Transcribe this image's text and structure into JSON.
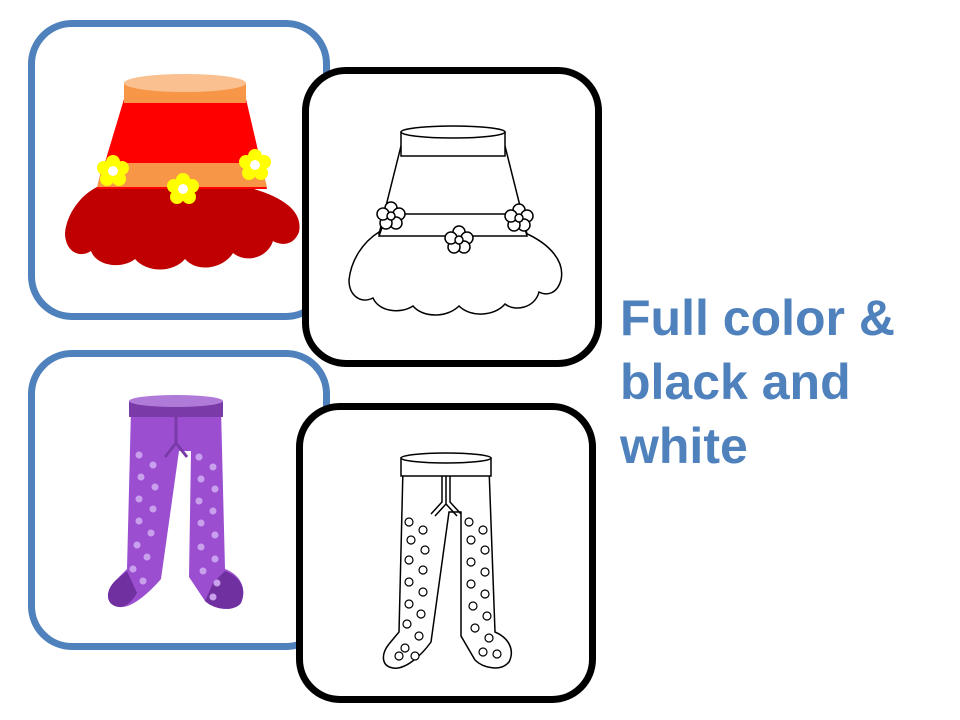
{
  "caption": {
    "lines": [
      "Full color &",
      "black and",
      "white"
    ],
    "color": "#4f81bd"
  },
  "cards": [
    {
      "id": "skirt-color",
      "illustration": "skirt-icon",
      "style": "full color",
      "border_color": "#4f81bd"
    },
    {
      "id": "skirt-bw",
      "illustration": "skirt-outline-icon",
      "style": "black and white",
      "border_color": "#000000"
    },
    {
      "id": "tights-color",
      "illustration": "tights-icon",
      "style": "full color",
      "border_color": "#4f81bd"
    },
    {
      "id": "tights-bw",
      "illustration": "tights-outline-icon",
      "style": "black and white",
      "border_color": "#000000"
    }
  ],
  "palette": {
    "skirt_red": "#ff0000",
    "skirt_ruffle": "#c00000",
    "skirt_band": "#f79646",
    "flower_yellow": "#ffff00",
    "tights_purple": "#9b4fd0",
    "tights_band": "#7a3aa8",
    "tights_dots": "#c9a0ec"
  }
}
